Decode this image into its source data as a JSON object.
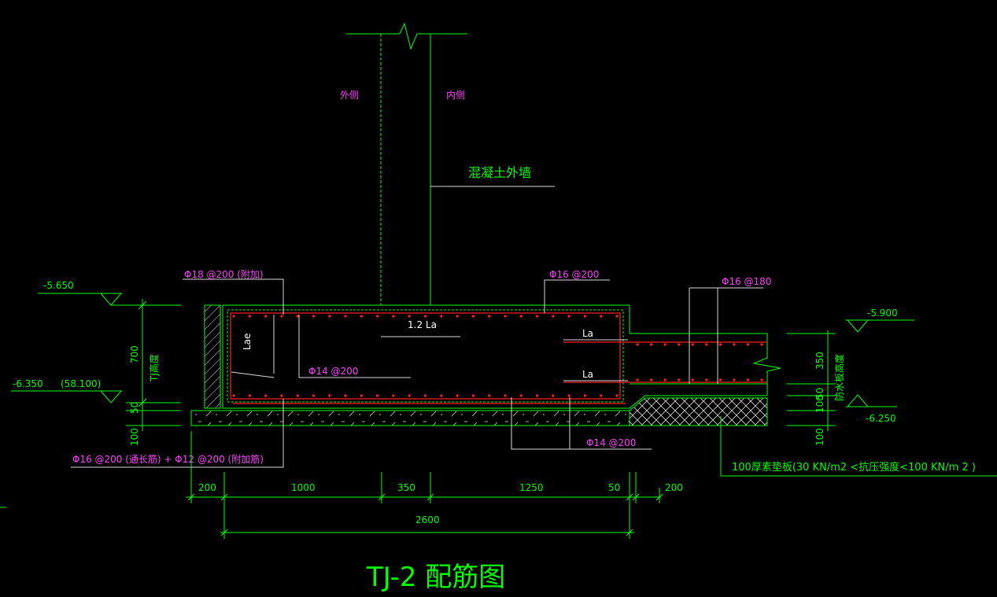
{
  "drawing_title": "TJ-2 配筋图",
  "colors": {
    "background": "#000000",
    "outline": "#00ff00",
    "leader": "#ffffff",
    "rebar": "#ff2020",
    "annotation": "#ff40ff"
  },
  "side_labels": {
    "outer": "外侧",
    "inner": "内侧"
  },
  "wall_label": "混凝土外墙",
  "rebar_notes": {
    "top_add": "Φ18 @200  (附加)",
    "top_main": "Φ16 @200",
    "right_slab": "Φ16 @180",
    "mid_bar": "Φ14 @200",
    "bottom_main": "Φ14 @200",
    "bottom_left": "Φ16 @200 (通长筋) + Φ12 @200 (附加筋)"
  },
  "lap_labels": {
    "lap_12la": "1.2 La",
    "la_upper": "La",
    "la_lower": "La",
    "lae": "Lae"
  },
  "elevations": {
    "top_left": "-5.650",
    "bottom_left": "-6.350",
    "bottom_left_paren": "(58.100)",
    "right_top": "-5.900",
    "right_bottom": "-6.250"
  },
  "left_dims": {
    "height": "700",
    "height_note": "TJ高度",
    "cushion": "50",
    "bedding": "100"
  },
  "right_dims": {
    "slab": "350",
    "slab_note": "防水板高度",
    "cushion": "50",
    "bedding_a": "100",
    "bedding_b": "100"
  },
  "bedding_note": "100厚素垫板(30 KN/m2     <抗压强度<100 KN/m 2    )",
  "bottom_dims": [
    "200",
    "1000",
    "350",
    "1250",
    "50",
    "200"
  ],
  "total_width": "2600",
  "rebar_dots": {
    "top_row_count": 25,
    "bottom_row_count": 25,
    "slab_top_count": 10,
    "slab_bottom_count": 10
  }
}
